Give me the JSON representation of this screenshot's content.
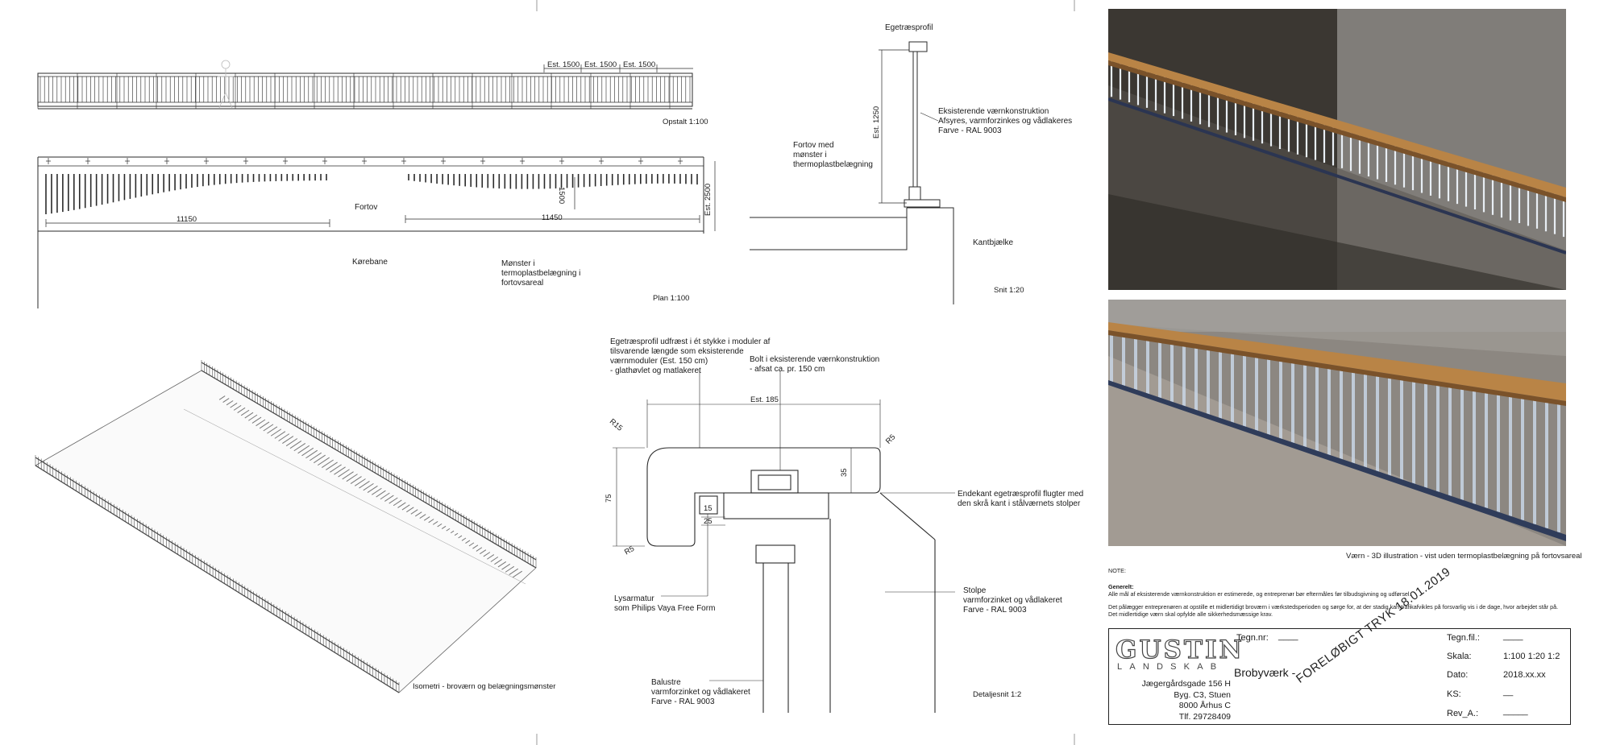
{
  "drawing": {
    "elevation": {
      "dims": [
        "Est. 1500",
        "Est. 1500",
        "Est. 1500"
      ],
      "caption": "Opstalt 1:100"
    },
    "plan": {
      "sidewalk": "Fortov",
      "road": "Kørebane",
      "dim_left": "11150",
      "dim_right": "11450",
      "dim_1500": "1500",
      "dim_2500": "Est. 2500",
      "pattern_note": "Mønster i\ntermoplastbelægning i\nfortovsareal",
      "caption": "Plan 1:100"
    },
    "section": {
      "oak_label": "Egetræsprofil",
      "existing_note": "Eksisterende værnkonstruktion\nAfsyres, varmforzinkes og vådlakeres\nFarve - RAL 9003",
      "sidewalk_note": "Fortov med\nmønster i\nthermoplastbelægning",
      "height_dim": "Est. 1250",
      "kerb": "Kantbjælke",
      "caption": "Snit 1:20"
    },
    "detail": {
      "oak_note": "Egetræsprofil udfræst i ét stykke i moduler af\ntilsvarende længde som eksisterende\nværnmoduler (Est. 150 cm)\n- glathøvlet og matlakeret",
      "bolt_note": "Bolt i eksisterende værnkonstruktion\n- afsat ca. pr. 150 cm",
      "width_dim": "Est. 185",
      "r15": "R15",
      "r5a": "R5",
      "r5b": "R5",
      "d75": "75",
      "d35": "35",
      "d15": "15",
      "d25": "25",
      "end_note": "Endekant egetræsprofil flugter med\nden skrå kant i stålværnets stolper",
      "light_note": "Lysarmatur\nsom Philips Vaya Free Form",
      "post_note": "Stolpe\nvarmforzinket og vådlakeret\nFarve - RAL 9003",
      "baluster_note": "Balustre\nvarmforzinket og vådlakeret\nFarve - RAL 9003",
      "caption": "Detaljesnit 1:2"
    },
    "isometric": {
      "caption": "Isometri - broværn og belægningsmønster"
    },
    "render_caption": "Værn - 3D illustration - vist uden termoplastbelægning på fortovsareal"
  },
  "notes": {
    "heading": "NOTE:",
    "general_heading": "Generelt:",
    "general_text": "Alle mål af eksisterende værnkonstruktion er estimerede, og entreprenør bør eftermåles før tilbudsgivning og udførsel.",
    "contractor_text": "Det pålægger entreprenøren at opstille et midlertidigt broværn i værkstedsperioden og sørge for, at der stadig kan trafikafvikles på forsvarlig vis i de dage, hvor arbejdet står på. Det midlertidige værn skal opfylde alle sikkerhedsmæssige krav."
  },
  "title_block": {
    "logo": "GUSTIN",
    "logo_sub": "LANDSKAB",
    "address": [
      "Jægergårdsgade 156 H",
      "Byg. C3, Stuen",
      "8000 Århus C",
      "Tlf. 29728409"
    ],
    "tegn_nr_label": "Tegn.nr:",
    "tegn_nr_value": "____",
    "project": "Brobyværk -",
    "stamp": "FORELØBIGT TRYK 18.01.2019",
    "fields": [
      {
        "label": "Tegn.fil.:",
        "value": "____"
      },
      {
        "label": "Skala:",
        "value": "1:100 1:20 1:2"
      },
      {
        "label": "Dato:",
        "value": "2018.xx.xx"
      },
      {
        "label": "KS:",
        "value": "__"
      },
      {
        "label": "Rev_A.:",
        "value": "_____"
      }
    ]
  },
  "colors": {
    "line": "#2a2a2a",
    "oak": "#b98446",
    "render_dark": "#3a3631",
    "render_grey": "#7f7c78",
    "render_floor": "#8d8882"
  }
}
